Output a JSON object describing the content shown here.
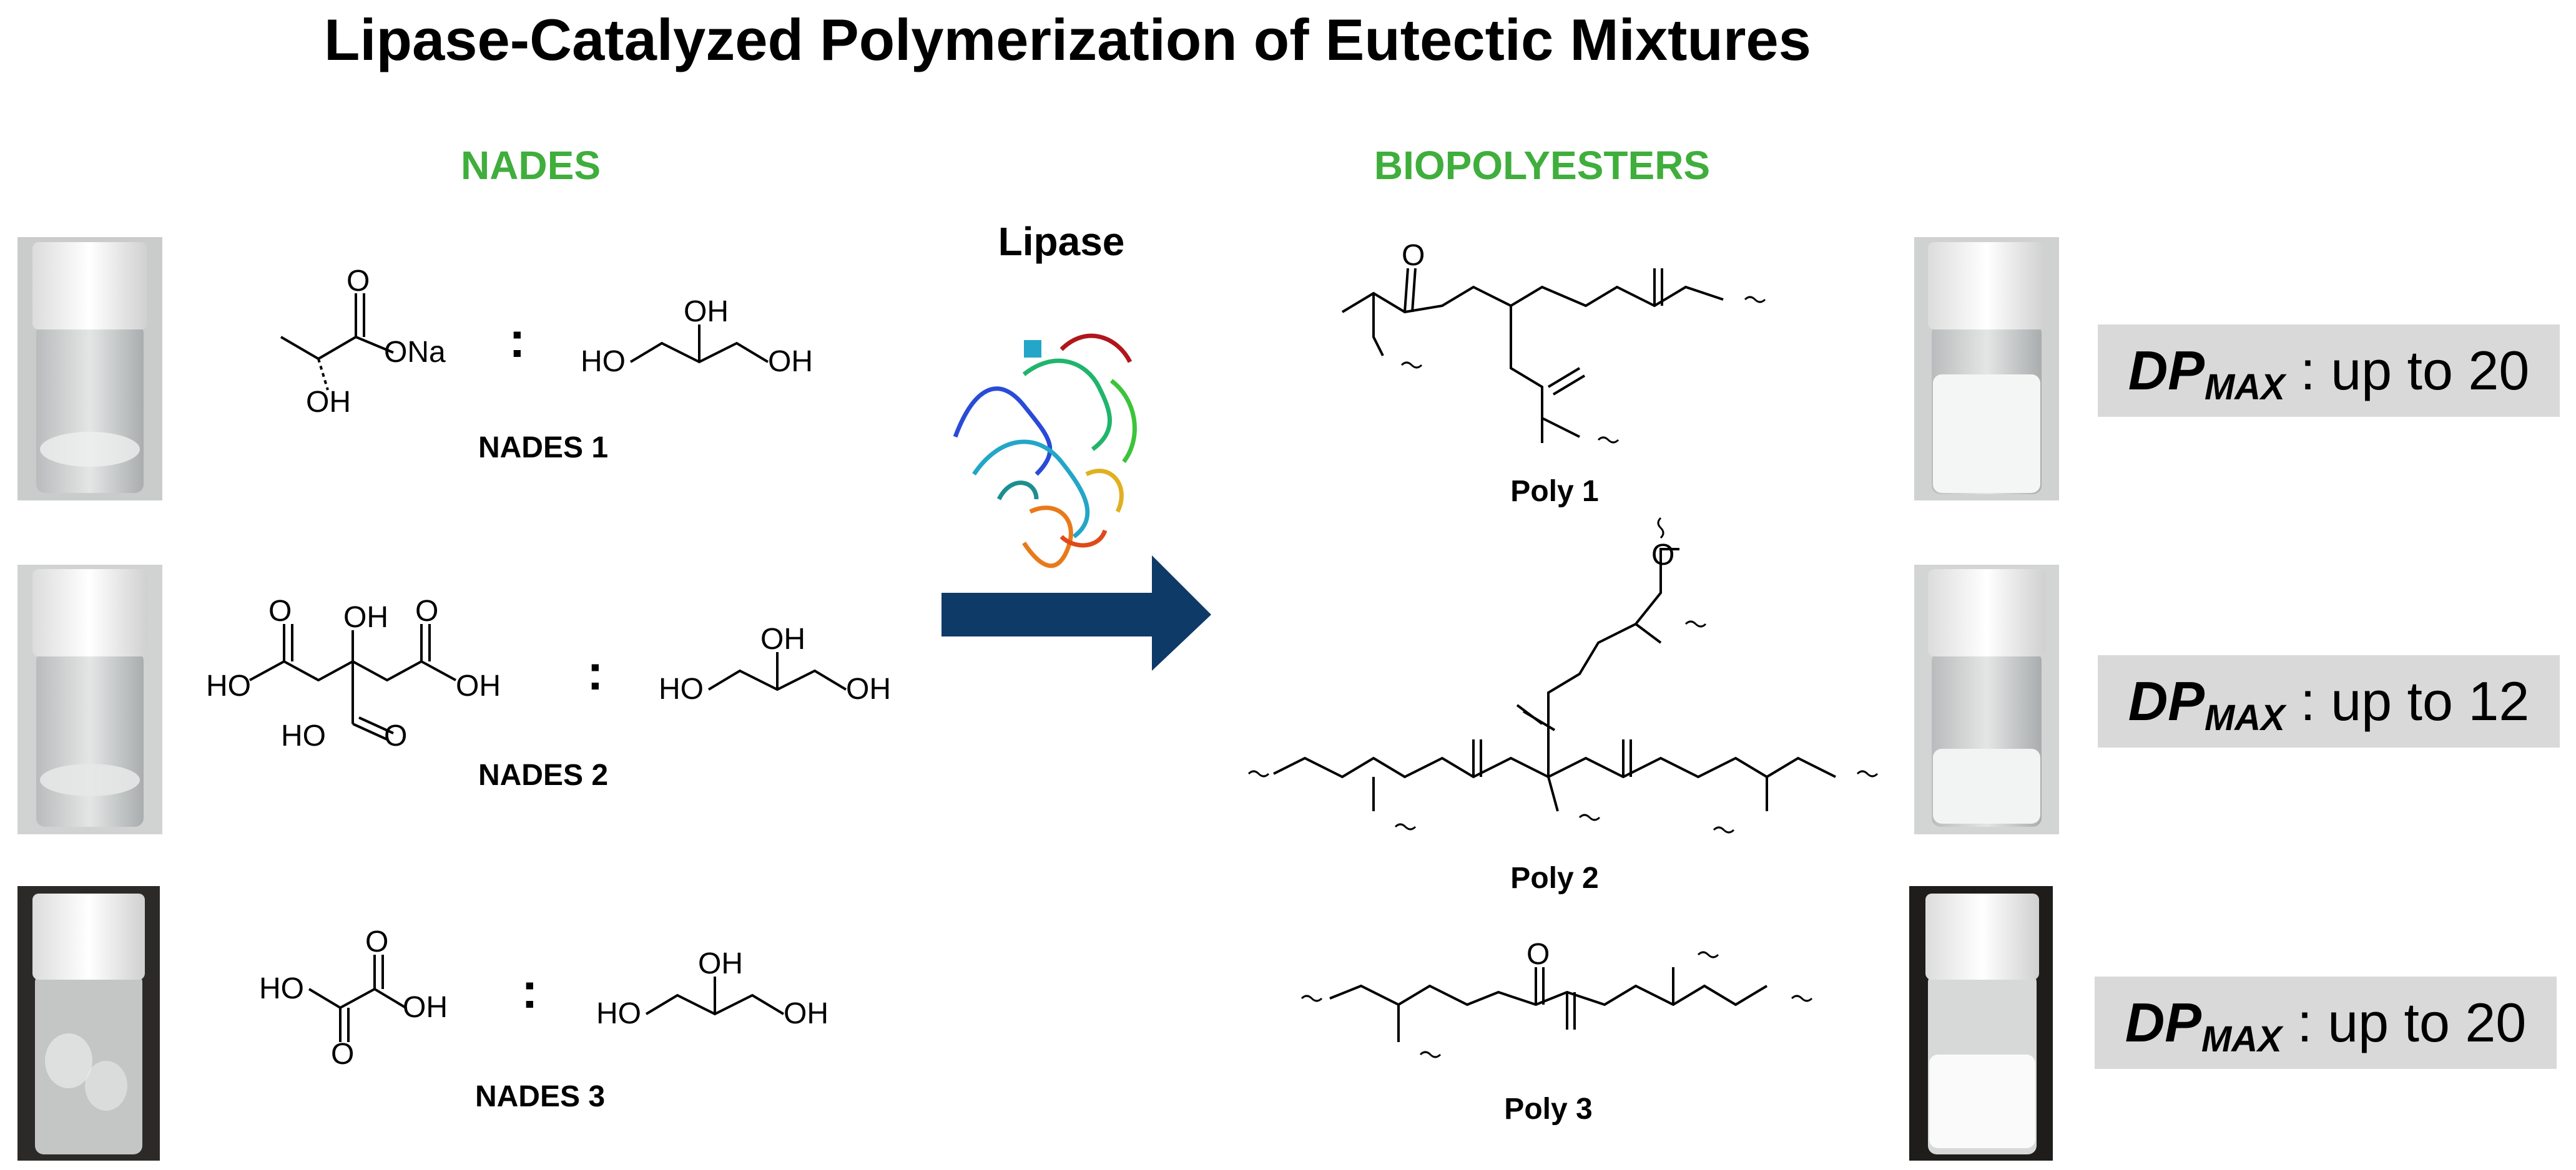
{
  "title": "Lipase-Catalyzed Polymerization of Eutectic Mixtures",
  "sections": {
    "left": "NADES",
    "right": "BIOPOLYESTERS"
  },
  "reaction": {
    "catalyst": "Lipase"
  },
  "nades": [
    {
      "label": "NADES 1",
      "separator": ":",
      "component_a_atoms": [
        "O",
        "ONa",
        "OH"
      ],
      "component_b_atoms": [
        "OH",
        "HO",
        "OH"
      ]
    },
    {
      "label": "NADES 2",
      "separator": ":",
      "component_a_atoms": [
        "O",
        "OH",
        "O",
        "HO",
        "OH",
        "HO",
        "O"
      ],
      "component_b_atoms": [
        "OH",
        "HO",
        "OH"
      ]
    },
    {
      "label": "NADES 3",
      "separator": ":",
      "component_a_atoms": [
        "O",
        "HO",
        "OH",
        "O"
      ],
      "component_b_atoms": [
        "OH",
        "HO",
        "OH"
      ]
    }
  ],
  "polymers": [
    {
      "label": "Poly 1",
      "atoms": "O"
    },
    {
      "label": "Poly 2",
      "atoms": "O"
    },
    {
      "label": "Poly 3",
      "atoms": "O"
    }
  ],
  "results": [
    {
      "dp": "DP",
      "sub": "MAX",
      "text": " : up to 20"
    },
    {
      "dp": "DP",
      "sub": "MAX",
      "text": " : up to 12"
    },
    {
      "dp": "DP",
      "sub": "MAX",
      "text": " : up to 20"
    }
  ],
  "colors": {
    "section": "#3fae3c",
    "arrow": "#0e3a68",
    "dp_box": "#d9d9d9"
  }
}
